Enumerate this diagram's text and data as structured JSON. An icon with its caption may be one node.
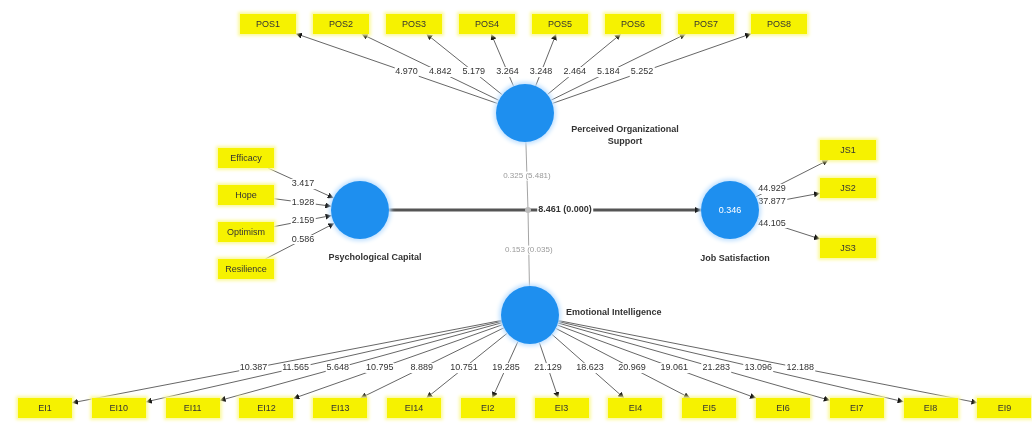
{
  "diagram": {
    "nodes": [
      {
        "text": [
          "POS1"
        ]
      },
      {
        "text": [
          "POS2"
        ]
      },
      {
        "text": [
          "POS3"
        ]
      },
      {
        "text": [
          "POS4"
        ]
      },
      {
        "text": [
          "POS5"
        ]
      },
      {
        "text": [
          "POS6"
        ]
      },
      {
        "text": [
          "POS7"
        ]
      },
      {
        "text": [
          "POS8"
        ]
      },
      {
        "text": [
          "Perceived Organizational Support"
        ]
      },
      {
        "text": [
          "Efficacy"
        ]
      },
      {
        "text": [
          "Hope"
        ]
      },
      {
        "text": [
          "Optimism"
        ]
      },
      {
        "text": [
          "Resilience"
        ]
      },
      {
        "text": [
          "Psychological Capital"
        ]
      },
      {
        "text": [
          "0.346",
          "Job Satisfaction"
        ]
      },
      {
        "text": [
          "JS1"
        ]
      },
      {
        "text": [
          "JS2"
        ]
      },
      {
        "text": [
          "JS3"
        ]
      },
      {
        "text": [
          "Emotional Intelligence"
        ]
      },
      {
        "text": [
          "EI1"
        ]
      },
      {
        "text": [
          "EI10"
        ]
      },
      {
        "text": [
          "EI11"
        ]
      },
      {
        "text": [
          "EI12"
        ]
      },
      {
        "text": [
          "EI13"
        ]
      },
      {
        "text": [
          "EI14"
        ]
      },
      {
        "text": [
          "EI2"
        ]
      },
      {
        "text": [
          "EI3"
        ]
      },
      {
        "text": [
          "EI4"
        ]
      },
      {
        "text": [
          "EI5"
        ]
      },
      {
        "text": [
          "EI6"
        ]
      },
      {
        "text": [
          "EI7"
        ]
      },
      {
        "text": [
          "EI8"
        ]
      },
      {
        "text": [
          "EI9"
        ]
      }
    ],
    "edges": [
      {
        "from": 8,
        "to": 0,
        "arrow": "to",
        "label": "4.970"
      },
      {
        "from": 8,
        "to": 1,
        "arrow": "to",
        "label": "4.842"
      },
      {
        "from": 8,
        "to": 2,
        "arrow": "to",
        "label": "5.179"
      },
      {
        "from": 8,
        "to": 3,
        "arrow": "to",
        "label": "3.264"
      },
      {
        "from": 8,
        "to": 4,
        "arrow": "to",
        "label": "3.248"
      },
      {
        "from": 8,
        "to": 5,
        "arrow": "to",
        "label": "2.464"
      },
      {
        "from": 8,
        "to": 6,
        "arrow": "to",
        "label": "5.184"
      },
      {
        "from": 8,
        "to": 7,
        "arrow": "to",
        "label": "5.252"
      },
      {
        "from": 9,
        "to": 13,
        "arrow": "to",
        "label": "3.417"
      },
      {
        "from": 10,
        "to": 13,
        "arrow": "to",
        "label": "1.928"
      },
      {
        "from": 11,
        "to": 13,
        "arrow": "to",
        "label": "2.159"
      },
      {
        "from": 12,
        "to": 13,
        "arrow": "to",
        "label": "0.586"
      },
      {
        "from": 13,
        "to": 14,
        "arrow": "to",
        "label": "8.461 (0.000)",
        "style": "thick"
      },
      {
        "from": 14,
        "to": 15,
        "arrow": "to",
        "label": "44.929"
      },
      {
        "from": 14,
        "to": 16,
        "arrow": "to",
        "label": "37.877"
      },
      {
        "from": 14,
        "to": 17,
        "arrow": "to",
        "label": "44.105"
      },
      {
        "from": 8,
        "to": null,
        "arrow": "none",
        "label": "0.325 (5.481)",
        "color": "#9a9a9a"
      },
      {
        "from": 18,
        "to": null,
        "arrow": "none",
        "label": "0.153 (0.035)",
        "color": "#9a9a9a"
      },
      {
        "from": 18,
        "to": 19,
        "arrow": "to",
        "label": "10.387"
      },
      {
        "from": 18,
        "to": 20,
        "arrow": "to",
        "label": "11.565"
      },
      {
        "from": 18,
        "to": 21,
        "arrow": "to",
        "label": "5.648"
      },
      {
        "from": 18,
        "to": 22,
        "arrow": "to",
        "label": "10.795"
      },
      {
        "from": 18,
        "to": 23,
        "arrow": "to",
        "label": "8.889"
      },
      {
        "from": 18,
        "to": 24,
        "arrow": "to",
        "label": "10.751"
      },
      {
        "from": 18,
        "to": 25,
        "arrow": "to",
        "label": "19.285"
      },
      {
        "from": 18,
        "to": 26,
        "arrow": "to",
        "label": "21.129"
      },
      {
        "from": 18,
        "to": 27,
        "arrow": "to",
        "label": "18.623"
      },
      {
        "from": 18,
        "to": 28,
        "arrow": "to",
        "label": "20.969"
      },
      {
        "from": 18,
        "to": 29,
        "arrow": "to",
        "label": "19.061"
      },
      {
        "from": 18,
        "to": 30,
        "arrow": "to",
        "label": "21.283"
      },
      {
        "from": 18,
        "to": 31,
        "arrow": "to",
        "label": "13.096"
      },
      {
        "from": 18,
        "to": 32,
        "arrow": "to",
        "label": "12.188"
      }
    ]
  }
}
